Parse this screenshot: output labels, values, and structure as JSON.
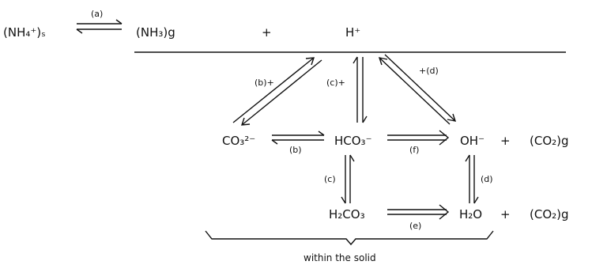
{
  "species": {
    "nh4": "(NH₄⁺)ₛ",
    "nh3": "(NH₃)g",
    "plus_top": "+",
    "hplus": "H⁺",
    "co3": "CO₃²⁻",
    "hco3": "HCO₃⁻",
    "oh": "OH⁻",
    "plus_oh": "+",
    "co2_mid": "(CO₂)g",
    "h2co3": "H₂CO₃",
    "h2o": "H₂O",
    "plus_h2o": "+",
    "co2_bot": "(CO₂)g"
  },
  "labels": {
    "a": "(a)",
    "b_plus": "(b)+",
    "c_plus": "(c)+",
    "d_plus": "+(d)",
    "b": "(b)",
    "f": "(f)",
    "c": "(c)",
    "d": "(d)",
    "e": "(e)"
  },
  "caption": "within the solid"
}
